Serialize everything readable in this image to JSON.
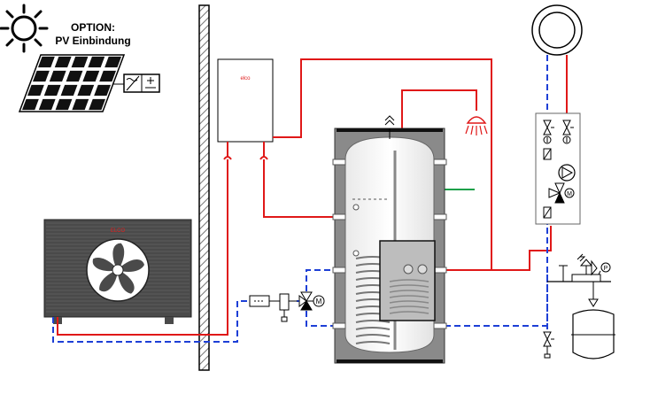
{
  "option_label": {
    "line1": "OPTION:",
    "line2": "PV Einbindung"
  },
  "indoor_unit": {
    "brand": "elco"
  },
  "outdoor_unit": {
    "brand": "ELCO"
  },
  "colors": {
    "hot_line": "#e01818",
    "cold_line": "#1d3fd6",
    "solar_line": "#1aa04a",
    "tank_shell": "#8a8a8a",
    "outdoor_unit": "#4a4a4a",
    "wall_hatch": "#777777"
  },
  "icons": [
    "sun-icon",
    "pv-panel-icon",
    "inverter-icon",
    "indoor-unit-icon",
    "outdoor-heat-pump-icon",
    "fan-icon",
    "wall-icon",
    "storage-tank-icon",
    "heat-exchanger-icon",
    "shower-icon",
    "vent-icon",
    "radiator-icon",
    "pump-icon",
    "three-way-valve-icon",
    "expansion-vessel-icon",
    "safety-group-icon",
    "filter-icon",
    "ball-valve-icon",
    "thermometer-icon"
  ]
}
